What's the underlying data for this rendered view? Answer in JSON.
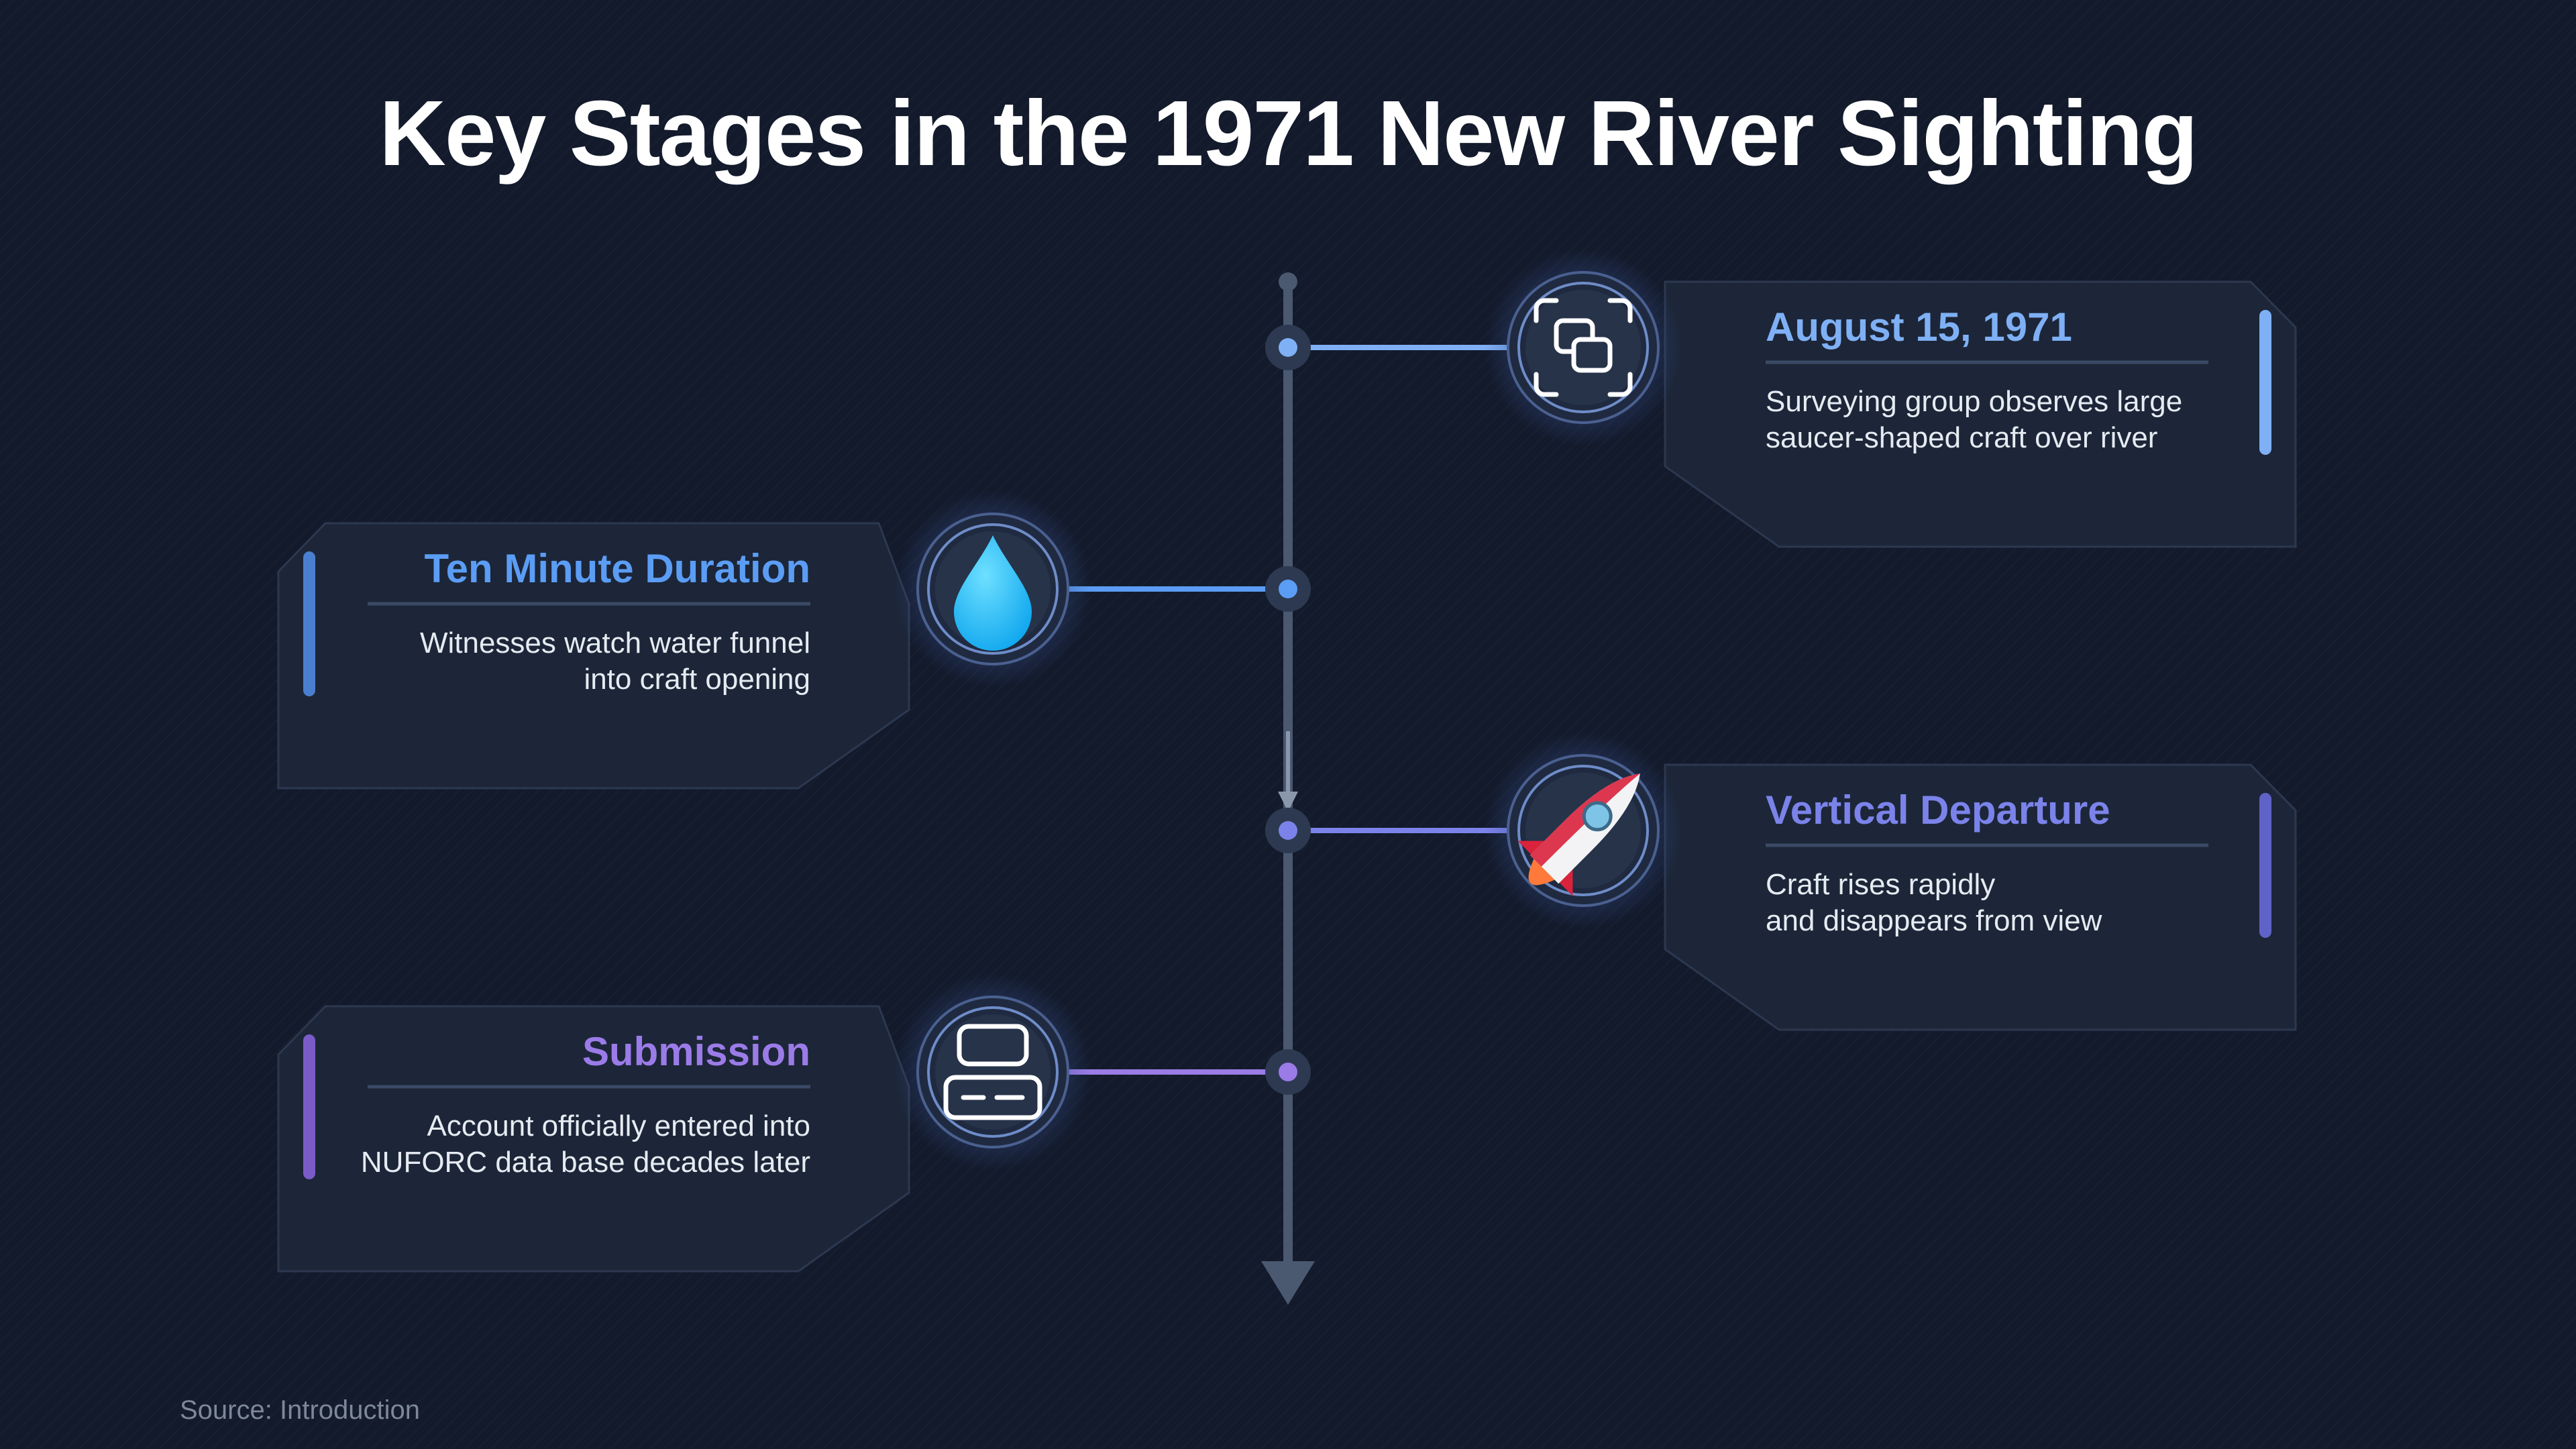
{
  "title": "Key Stages in the 1971 New River Sighting",
  "source": "Source: Introduction",
  "colors": {
    "background": "#121a2b",
    "card": "#1c2638",
    "spine": "#4a5870",
    "accent_1": "#7fb0f5",
    "accent_2": "#5b9df5",
    "accent_3": "#7b83ea",
    "accent_4": "#9b7be8"
  },
  "stages": [
    {
      "title": "August 15, 1971",
      "description": [
        "Surveying group observes large",
        "saucer-shaped craft over river"
      ],
      "icon": "overlapping-squares-icon",
      "side": "right",
      "color": "#7fb0f5"
    },
    {
      "title": "Ten Minute Duration",
      "description": [
        "Witnesses watch water funnel",
        "into craft opening"
      ],
      "icon": "water-drop-icon",
      "side": "left",
      "color": "#5b9df5"
    },
    {
      "title": "Vertical Departure",
      "description": [
        "Craft rises rapidly",
        "and disappears from view"
      ],
      "icon": "rocket-icon",
      "side": "right",
      "color": "#7b83ea"
    },
    {
      "title": "Submission",
      "description": [
        "Account officially entered into",
        "NUFORC data base decades later"
      ],
      "icon": "database-form-icon",
      "side": "left",
      "color": "#9b7be8"
    }
  ]
}
